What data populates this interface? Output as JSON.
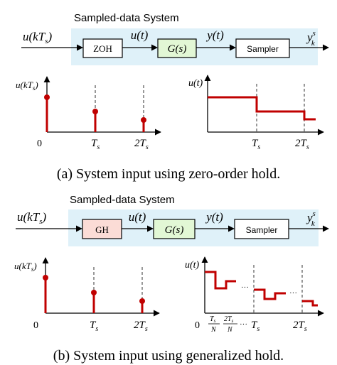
{
  "panel_a": {
    "system_title": "Sampled-data System",
    "input_signal": "u(kT",
    "input_signal_sub": "s",
    "block1": "ZOH",
    "mid_signal": "u(t)",
    "block2": "G(s)",
    "out_signal": "y(t)",
    "block3": "Sampler",
    "final_signal": "y",
    "final_sup": "s",
    "final_sub": "k",
    "left_plot_ylabel": "u(kT",
    "left_plot_ylabel_sub": "s",
    "right_plot_ylabel": "u(t)",
    "tick_zero": "0",
    "tick_ts": "T",
    "tick_ts_sub": "s",
    "tick_2ts": "2T",
    "tick_2ts_sub": "s",
    "caption": "(a) System input using zero-order hold."
  },
  "panel_b": {
    "system_title": "Sampled-data System",
    "input_signal": "u(kT",
    "input_signal_sub": "s",
    "block1": "GH",
    "mid_signal": "u(t)",
    "block2": "G(s)",
    "out_signal": "y(t)",
    "block3": "Sampler",
    "final_signal": "y",
    "final_sup": "s",
    "final_sub": "k",
    "left_plot_ylabel": "u(kT",
    "left_plot_ylabel_sub": "s",
    "right_plot_ylabel": "u(t)",
    "tick_zero": "0",
    "tick_ts": "T",
    "tick_ts_sub": "s",
    "tick_2ts": "2T",
    "tick_2ts_sub": "s",
    "frac1_num": "T",
    "frac1_num_sub": "s",
    "frac1_den": "N",
    "frac2_num": "2T",
    "frac2_num_sub": "s",
    "frac2_den": "N",
    "ellipsis": "···",
    "caption": "(b) System input using generalized hold."
  },
  "colors": {
    "system_bg": "#dff1f9",
    "zoh_fill": "#ffffff",
    "gh_fill": "#fbdcd6",
    "gs_fill": "#e2f7d5",
    "sampler_fill": "#ffffff",
    "signal_red": "#c00000"
  }
}
